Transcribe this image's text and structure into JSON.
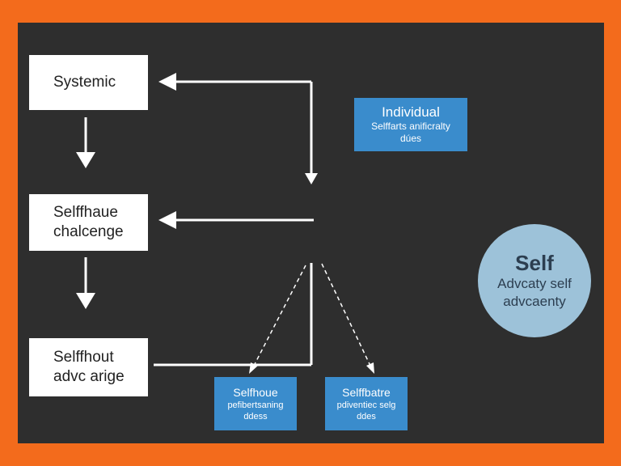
{
  "colors": {
    "frame": "#f36b1c",
    "board": "#2e2e2e",
    "box_white": "#ffffff",
    "box_blue": "#3a8ccc",
    "circle": "#9dc2d9",
    "arrow": "#ffffff"
  },
  "left_boxes": [
    {
      "lines": [
        "Systemic"
      ]
    },
    {
      "lines": [
        "Selffhaue",
        "chalcenge"
      ]
    },
    {
      "lines": [
        "Selffhout",
        "advc arige"
      ]
    }
  ],
  "individual_box": {
    "title": "Individual",
    "subtitle_line1": "Selffarts anificralty",
    "subtitle_line2": "dúes"
  },
  "bottom_boxes": [
    {
      "title": "Selfhoue",
      "line1": "pefibertsaning",
      "line2": "ddess"
    },
    {
      "title": "Selffbatre",
      "line1": "pdiventiec selg",
      "line2": "ddes"
    }
  ],
  "circle": {
    "title": "Self",
    "line1": "Advcaty self",
    "line2": "advcaenty"
  }
}
